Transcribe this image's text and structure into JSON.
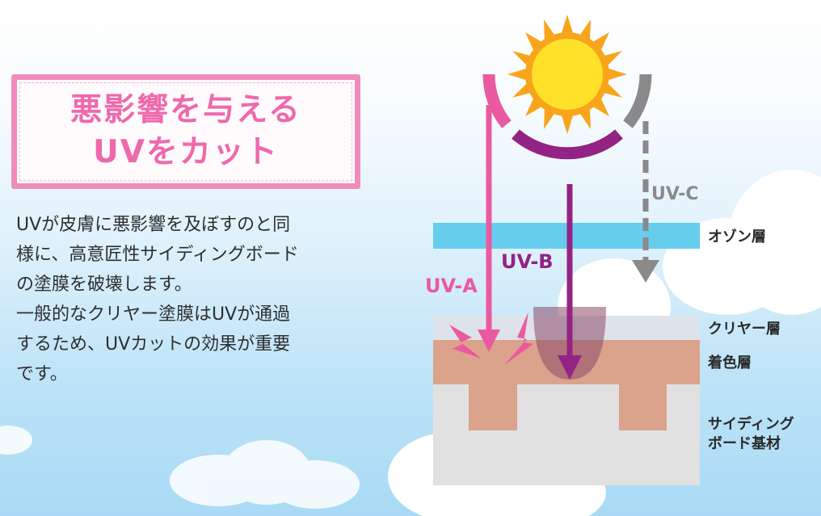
{
  "title": {
    "line1": "悪影響を与える",
    "line2": "UVをカット"
  },
  "body": [
    "UVが皮膚に悪影響を及ぼすのと同",
    "様に、高意匠性サイディングボード",
    "の塗膜を破壊します。",
    "一般的なクリヤー塗膜はUVが通過",
    "するため、UVカットの効果が重要",
    "です。"
  ],
  "diagram": {
    "rays": {
      "uva": "UV-A",
      "uvb": "UV-B",
      "uvc": "UV-C"
    },
    "layers": {
      "ozone": "オゾン層",
      "clear": "クリヤー層",
      "color": "着色層",
      "board": "サイディング|ボード基材"
    }
  },
  "colors": {
    "uva": "#ea5aa0",
    "uvb": "#932385",
    "uvc": "#8a8a8a",
    "ozone": "#67cdef",
    "clear": "#dde4ea",
    "color": "#dba28c",
    "board": "#e2e2e2",
    "title": "#ee69ac",
    "sun": "#ffd21f"
  }
}
